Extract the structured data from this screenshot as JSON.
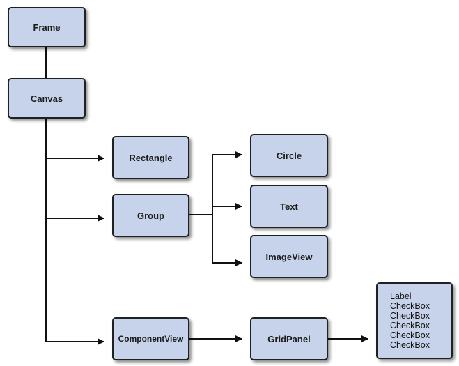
{
  "nodes": {
    "frame": "Frame",
    "canvas": "Canvas",
    "rectangle": "Rectangle",
    "group": "Group",
    "component_view": "ComponentView",
    "circle": "Circle",
    "text": "Text",
    "image_view": "ImageView",
    "grid_panel": "GridPanel",
    "panel_items": [
      "Label",
      "CheckBox",
      "CheckBox",
      "CheckBox",
      "CheckBox",
      "CheckBox"
    ]
  },
  "colors": {
    "node_fill": "#c7d3ea",
    "node_border": "#1e2022",
    "connector": "#111111"
  }
}
